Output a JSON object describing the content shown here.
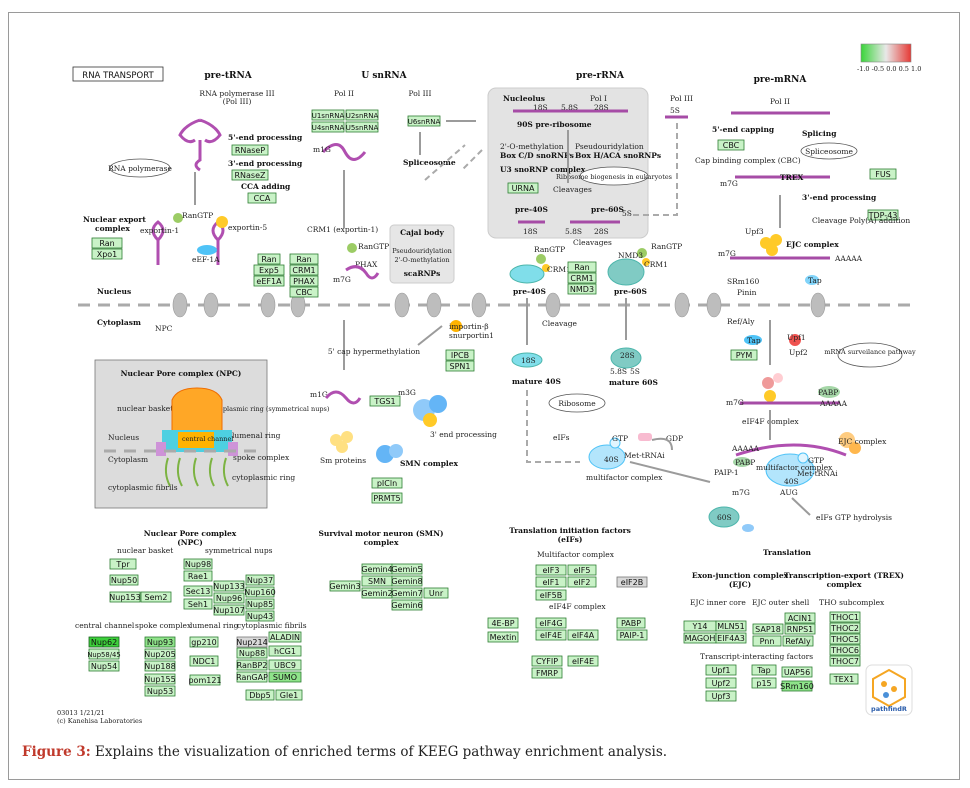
{
  "caption": {
    "label": "Figure 3:",
    "text": " Explains the visualization of enriched terms of KEEG pathway enrichment analysis."
  },
  "legend": {
    "ticks": "-1.0 -0.5 0.0 0.5 1.0"
  },
  "title": "RNA TRANSPORT",
  "sections": {
    "pre_trna": "pre-tRNA",
    "u_snrna": "U snRNA",
    "pre_rrna": "pre-rRNA",
    "pre_mrna": "pre-mRNA",
    "nucleus": "Nucleus",
    "cytoplasm": "Cytoplasm"
  },
  "labels": {
    "rna_pol3": "RNA polymerase III",
    "pol3_paren": "(Pol III)",
    "end5_proc": "5'-end processing",
    "end3_proc": "3'-end processing",
    "cca": "CCA adding",
    "rna_polymerase": "RNA polymerase",
    "nuclear_export": "Nuclear export",
    "complex": "complex",
    "exportin1": "exportin-1",
    "exportin5": "exportin-5",
    "rangtp": "RanGTP",
    "eef1a": "eEF-1A",
    "npc": "NPC",
    "pol2": "Pol II",
    "pol3": "Pol III",
    "m1g": "m1G",
    "crm1_exp": "CRM1 (exportin-1)",
    "phax": "PHAX",
    "m7g": "m7G",
    "spliceosome": "Spliceosome",
    "cajal": "Cajal body",
    "pseudo": "Pseudouridylation",
    "omethyl": "2'-O-methylation",
    "scarnps": "scaRNPs",
    "importin": "importin-β",
    "snurportin": "snurportin1",
    "cap5": "5' cap hypermethylation",
    "m3g": "m3G",
    "end3": "3' end processing",
    "sm_proteins": "Sm proteins",
    "smn_complex": "SMN complex",
    "nucleolus": "Nucleolus",
    "pol1": "Pol I",
    "s18": "18S",
    "s58": "5.8S",
    "s28": "28S",
    "s5": "5S",
    "pre90s": "90S pre-ribosome",
    "omethyl2": "2'-O-methylation",
    "boxcd": "Box C/D snoRNPs",
    "pseudo2": "Pseudouridylation",
    "boxhaca": "Box H/ACA snoRNPs",
    "u3snrnp": "U3 snoRNP complex",
    "ribo_bio": "Ribosome biogenesis in eukaryotes",
    "cleavages": "Cleavages",
    "pre40s": "pre-40S",
    "pre60s": "pre-60S",
    "crm1": "CRM1",
    "nmd3": "NMD3",
    "cleavage": "Cleavage",
    "mature40s": "mature 40S",
    "mature60s": "mature 60S",
    "ribosome": "Ribosome",
    "cap5_proc": "5'-end capping",
    "splicing": "Splicing",
    "cbc_full": "Cap binding complex (CBC)",
    "trex": "TREX",
    "end3_proc2": "3'-end processing",
    "cleav_poly": "Cleavage Poly(A) addition",
    "upf3": "Upf3",
    "ejc_complex": "EJC complex",
    "aaaaa": "AAAAA",
    "tap": "Tap",
    "srm160": "SRm160",
    "pinin": "Pinin",
    "refaly": "Ref/Aly",
    "upf1": "Upf1",
    "upf2": "Upf2",
    "mrna_surv": "mRNA surveilance pathway",
    "pabp": "PABP",
    "eif4f": "eIF4F complex",
    "ejc": "EJC complex",
    "multifactor": "multifactor complex",
    "eifs": "eIFs",
    "gtp": "GTP",
    "gdp": "GDP",
    "met_trna": "Met-tRNAi",
    "s40": "40S",
    "s60": "60S",
    "paip1": "PAIP-1",
    "aug": "AUG",
    "eifs_hydro": "eIFs GTP hydrolysis",
    "translation": "Translation",
    "npc_detail": "Nuclear Pore complex (NPC)",
    "nuclear_basket": "nuclear basket",
    "nucleoplasmic": "nucleoplasmic ring (symmetrical nups)",
    "central_channel": "central channel",
    "lumenal": "lumenal ring",
    "spoke": "spoke complex",
    "cytoplasmic_ring": "cytoplasmic ring",
    "cyto_fibrils": "cytoplasmic fibrils",
    "npc_nucleus": "Nucleus",
    "npc_cyto": "Cytoplasm"
  },
  "boxes": {
    "trna": [
      "RNaseP",
      "RNaseZ",
      "CCA"
    ],
    "export": [
      "Ran",
      "Xpo1"
    ],
    "exp5": [
      "Ran",
      "Exp5",
      "eEF1A"
    ],
    "snrna": [
      "U1snRNA",
      "U2snRNA",
      "U4snRNA",
      "U5snRNA",
      "U6snRNA"
    ],
    "crm": [
      "Ran",
      "CRM1",
      "PHAX",
      "CBC"
    ],
    "ipcb": [
      "IPCB",
      "SPN1"
    ],
    "tgs1": "TGS1",
    "smn": [
      "pICln",
      "PRMT5"
    ],
    "rrna": [
      "URNA"
    ],
    "crm40": [
      "Ran",
      "CRM1",
      "NMD3"
    ],
    "mrna": [
      "CBC",
      "FUS",
      "TDP-43",
      "PYM"
    ]
  },
  "panels": {
    "npc_title": "Nuclear Pore complex",
    "npc_sub": "(NPC)",
    "npc_basket": "nuclear basket",
    "npc_sym": "symmetrical nups",
    "npc_central": "central channel",
    "npc_spoke": "spoke complex",
    "npc_lumenal": "lumenal ring",
    "npc_cyto": "cytoplasmic fibrils",
    "basket": [
      "Tpr",
      "Nup50",
      "Nup153",
      "Sem2"
    ],
    "sym": [
      "Nup98",
      "Rae1",
      "Sec13",
      "Seh1",
      "Nup133",
      "Nup96",
      "Nup107",
      "Nup37",
      "Nup160",
      "Nup85",
      "Nup43"
    ],
    "central": [
      "Nup62",
      "Nup58/45",
      "Nup54"
    ],
    "spoke": [
      "Nup93",
      "Nup205",
      "Nup188",
      "Nup155",
      "Nup53"
    ],
    "lumenal": [
      "gp210",
      "NDC1",
      "pom121"
    ],
    "cytofib": [
      "Nup214",
      "Nup88",
      "RanBP2",
      "RanGAP",
      "ALADIN",
      "hCG1",
      "UBC9",
      "SUMO",
      "Dbp5",
      "Gle1"
    ],
    "smn_title": "Survival motor neuron (SMN)",
    "smn_sub": "complex",
    "smn_boxes": [
      "Gemin4",
      "SMN",
      "Gemin8",
      "Gemin2",
      "Gemin3",
      "Gemin5",
      "Gemin7",
      "Unr",
      "Gemin6"
    ],
    "eif_title": "Translation initiation factors",
    "eif_sub": "(eIFs)",
    "multifactor": "Multifactor complex",
    "eif_multi": [
      "eIF3",
      "eIF5",
      "eIF1",
      "eIF2",
      "eIF2B",
      "eIF5B"
    ],
    "eif4f": "eIF4F complex",
    "eif_4f": [
      "4E-BP",
      "Mextin",
      "eIF4G",
      "eIF4E",
      "eIF4A",
      "PABP",
      "PAIP-1",
      "CYFIP",
      "FMRP",
      "eIF4E"
    ],
    "ejc_title": "Exon-junction complex",
    "ejc_sub": "(EJC)",
    "ejc_inner": "EJC inner core",
    "ejc_outer": "EJC outer shell",
    "ejc_boxes": [
      "Y14",
      "MLN51",
      "MAGOH",
      "EIF4A3",
      "ACIN1",
      "SAP18",
      "RNPS1",
      "Pnn",
      "RefAly",
      "Upf1",
      "Upf2",
      "Upf3",
      "Tap",
      "p15",
      "UAP56",
      "SRm160"
    ],
    "surv": "Transcript-interacting factors",
    "trex_title": "Transcription-export (TREX)",
    "trex_sub": "complex",
    "tho": "THO subcomplex",
    "trex_boxes": [
      "THOC1",
      "THOC2",
      "THOC5",
      "THOC6",
      "THOC7",
      "TEX1"
    ]
  },
  "footer": {
    "id": "03013 1/21/21",
    "copy": "(c) Kanehisa Laboratories"
  },
  "logo": "pathfindR"
}
